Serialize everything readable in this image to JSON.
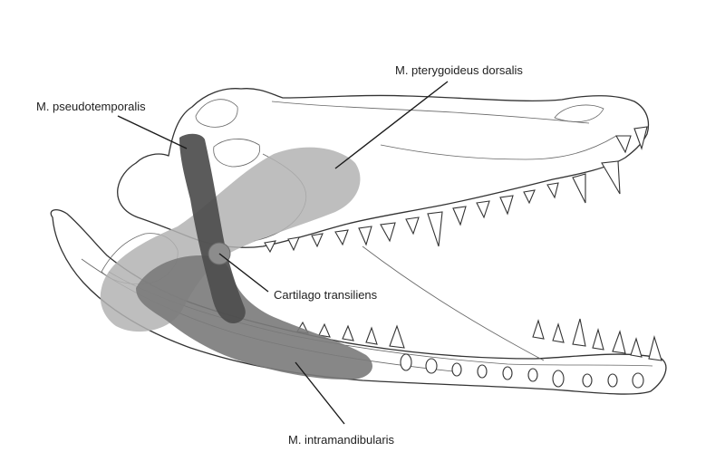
{
  "labels": {
    "pterygoideus": "M. pterygoideus dorsalis",
    "pseudotemporalis": "M. pseudotemporalis",
    "cartilago": "Cartilago transiliens",
    "intramandibularis": "M. intramandibularis"
  },
  "colors": {
    "pterygoideus_fill": "#b3b3b3",
    "intramandibularis_fill": "#7a7a7a",
    "pseudotemporalis_fill": "#4d4d4d",
    "cartilago_fill": "#8c8c8c",
    "outline": "#333333"
  }
}
